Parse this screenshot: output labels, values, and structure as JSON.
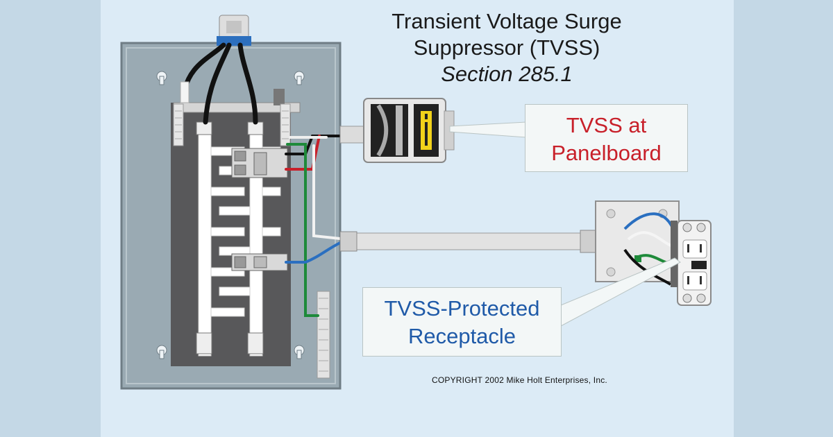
{
  "title": {
    "line1": "Transient Voltage Surge",
    "line2": "Suppressor (TVSS)",
    "line3": "Section 285.1"
  },
  "callouts": {
    "panelboard": {
      "line1": "TVSS at",
      "line2": "Panelboard"
    },
    "receptacle": {
      "line1": "TVSS-Protected",
      "line2": "Receptacle"
    }
  },
  "copyright": "COPYRIGHT 2002  Mike Holt Enterprises, Inc.",
  "colors": {
    "background": "#c4d8e6",
    "panel_area": "#dcebf6",
    "enclosure": "#94a4ad",
    "backplate": "#5b5b5d",
    "wire_black": "#111111",
    "wire_red": "#c8202a",
    "wire_green": "#1e8a3a",
    "wire_blue": "#2a6fc0",
    "callout_red_text": "#c8202a",
    "callout_blue_text": "#1f5aa8",
    "tvss_indicator": "#f2d21a"
  },
  "icons": {
    "tvss_device": "surge-suppressor-icon",
    "receptacle": "duplex-receptacle-icon",
    "breaker": "circuit-breaker-icon"
  }
}
